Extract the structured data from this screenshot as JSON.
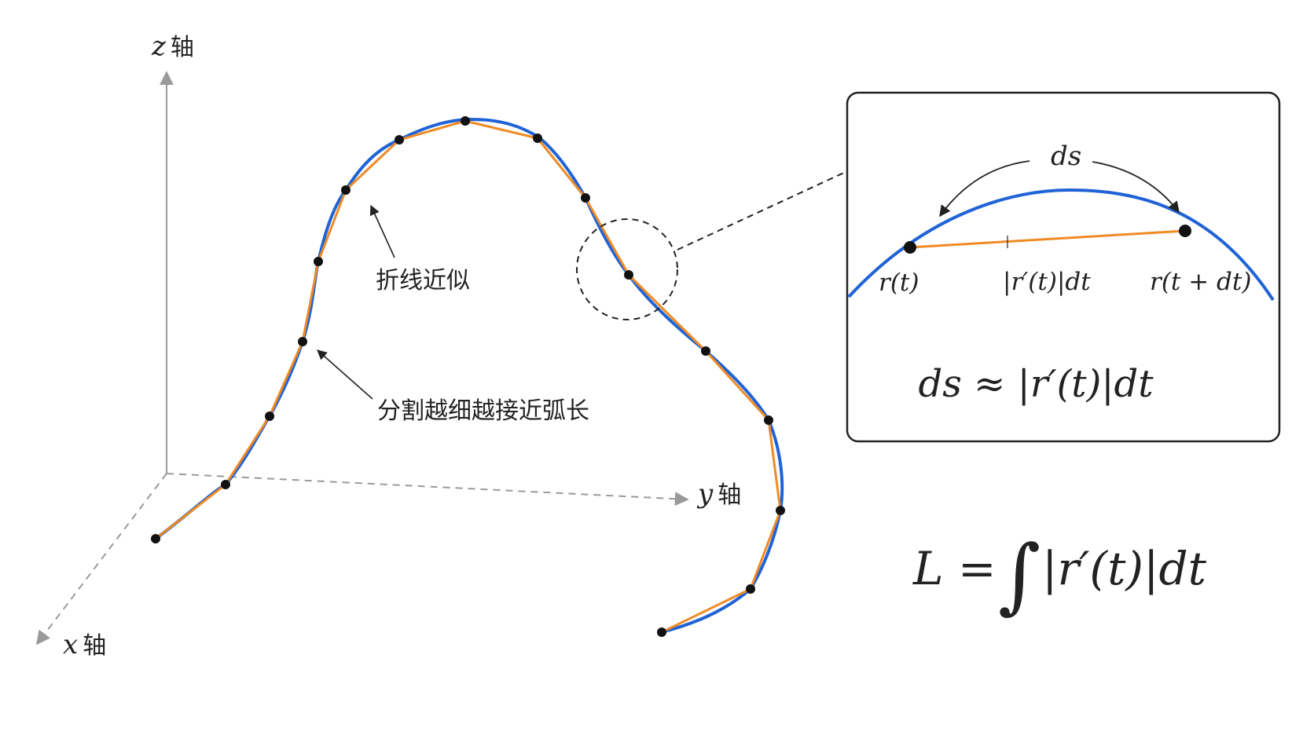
{
  "colors": {
    "curve": "#1f63d6",
    "polyline": "#f08a24",
    "axis": "#9a9a9a",
    "point": "#111111",
    "text": "#222222",
    "box": "#222222"
  },
  "axes": {
    "z_letter": "z",
    "y_letter": "y",
    "x_letter": "x",
    "axis_word": "轴"
  },
  "annotations": {
    "polyline_approx": "折线近似",
    "finer_partition": "分割越细越接近弧长"
  },
  "inset": {
    "ds_label": "ds",
    "r_t": "r(t)",
    "chord": "|r′(t)|dt",
    "r_t_dt": "r(t + dt)",
    "formula": "ds ≈ |r′(t)|dt"
  },
  "main_formula": {
    "lhs": "L =",
    "integral": "∫",
    "rhs": "|r′(t)|dt"
  }
}
